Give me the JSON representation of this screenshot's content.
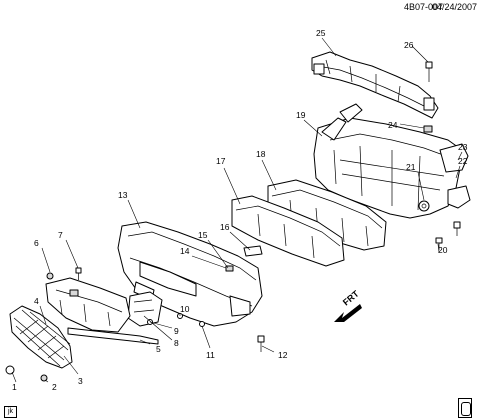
{
  "header": {
    "code": "4B07-007",
    "date": "04/24/2007"
  },
  "callouts": [
    "1",
    "2",
    "3",
    "4",
    "5",
    "6",
    "7",
    "8",
    "9",
    "10",
    "11",
    "12",
    "13",
    "14",
    "15",
    "16",
    "17",
    "18",
    "19",
    "20",
    "21",
    "22",
    "23",
    "24",
    "25",
    "26"
  ],
  "direction_label": "FRT",
  "corner_badge": "jk"
}
